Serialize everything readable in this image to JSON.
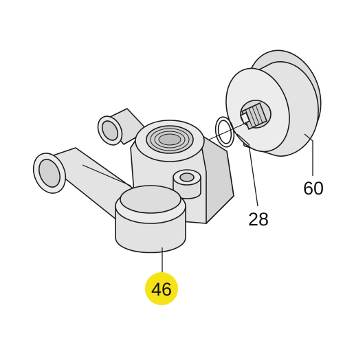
{
  "parts": [
    {
      "id": "part-46",
      "number": "46",
      "highlighted": true
    },
    {
      "id": "part-28",
      "number": "28",
      "highlighted": false
    },
    {
      "id": "part-60",
      "number": "60",
      "highlighted": false
    }
  ],
  "colors": {
    "line": "#1a1a1a",
    "part_fill": "#e6e6e6",
    "part_shade": "#cfcfcf",
    "part_dark": "#b8b8b8",
    "highlight": "#f5e317",
    "background": "#ffffff"
  }
}
